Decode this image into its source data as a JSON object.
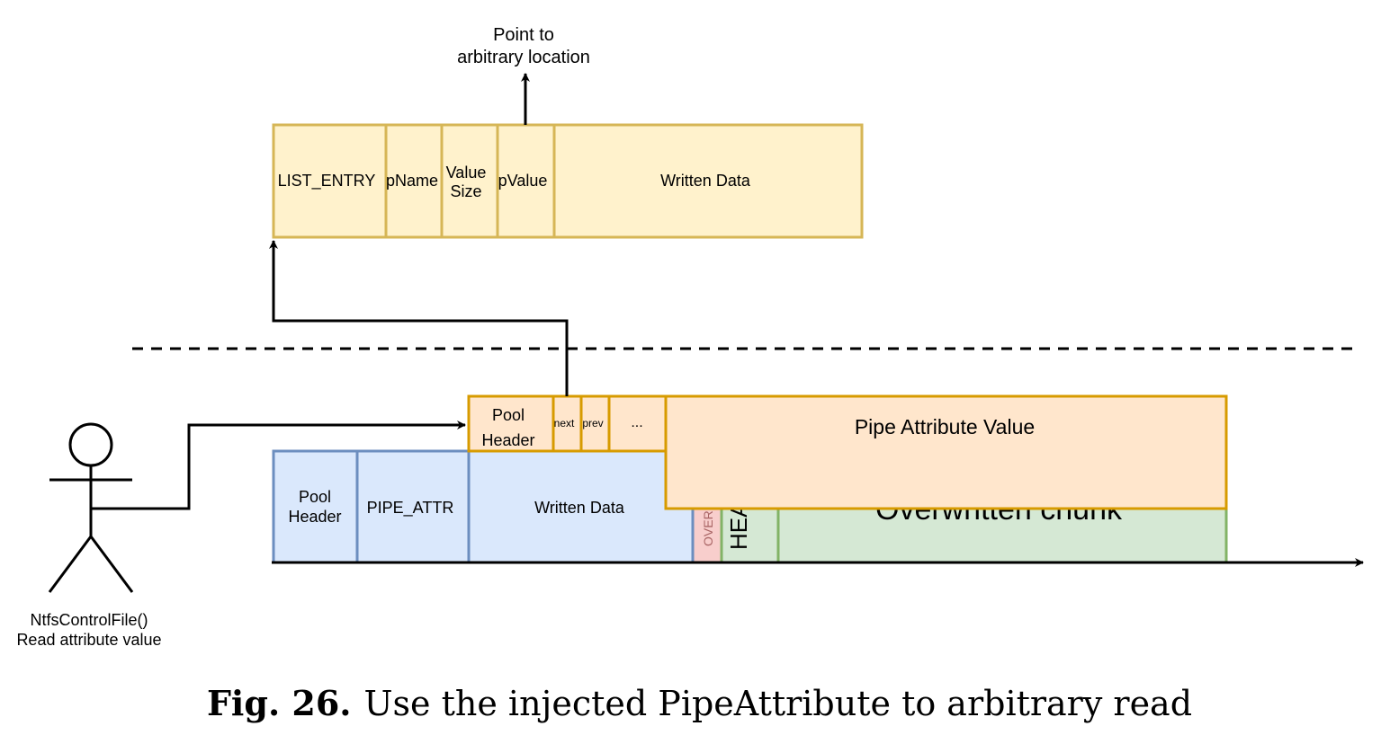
{
  "top_struct": {
    "top_label_line1": "Point to",
    "top_label_line2": "arbitrary location",
    "list_entry": "LIST_ENTRY",
    "pname": "pName",
    "value_size_line1": "Value",
    "value_size_line2": "Size",
    "pvalue": "pValue",
    "written_data": "Written Data"
  },
  "injected": {
    "pool_header_line1": "Pool",
    "pool_header_line2": "Header",
    "next": "next",
    "prev": "prev",
    "ellipsis": "...",
    "pipe_attribute_value": "Pipe Attribute Value"
  },
  "original": {
    "pool_header_line1": "Pool",
    "pool_header_line2": "Header",
    "pipe_attr": "PIPE_ATTR",
    "written_data": "Written Data"
  },
  "overwritten": {
    "over_label": "OVER",
    "header_label": "HEA",
    "chunk_label": "Overwritten chunk"
  },
  "actor": {
    "line1": "NtfsControlFile()",
    "line2": "Read attribute value"
  },
  "caption": {
    "fig": "Fig. 26.",
    "text": "Use the injected PipeAttribute to arbitrary read"
  },
  "colors": {
    "yellow_fill": "#fff2cc",
    "yellow_stroke": "#d6b656",
    "orange_fill": "#ffe6cc",
    "orange_stroke": "#d79b00",
    "blue_fill": "#dae8fc",
    "blue_stroke": "#6c8ebf",
    "green_fill": "#d5e8d4",
    "green_stroke": "#82b366",
    "red_fill": "#f8cecc",
    "red_stroke": "#b85450"
  }
}
